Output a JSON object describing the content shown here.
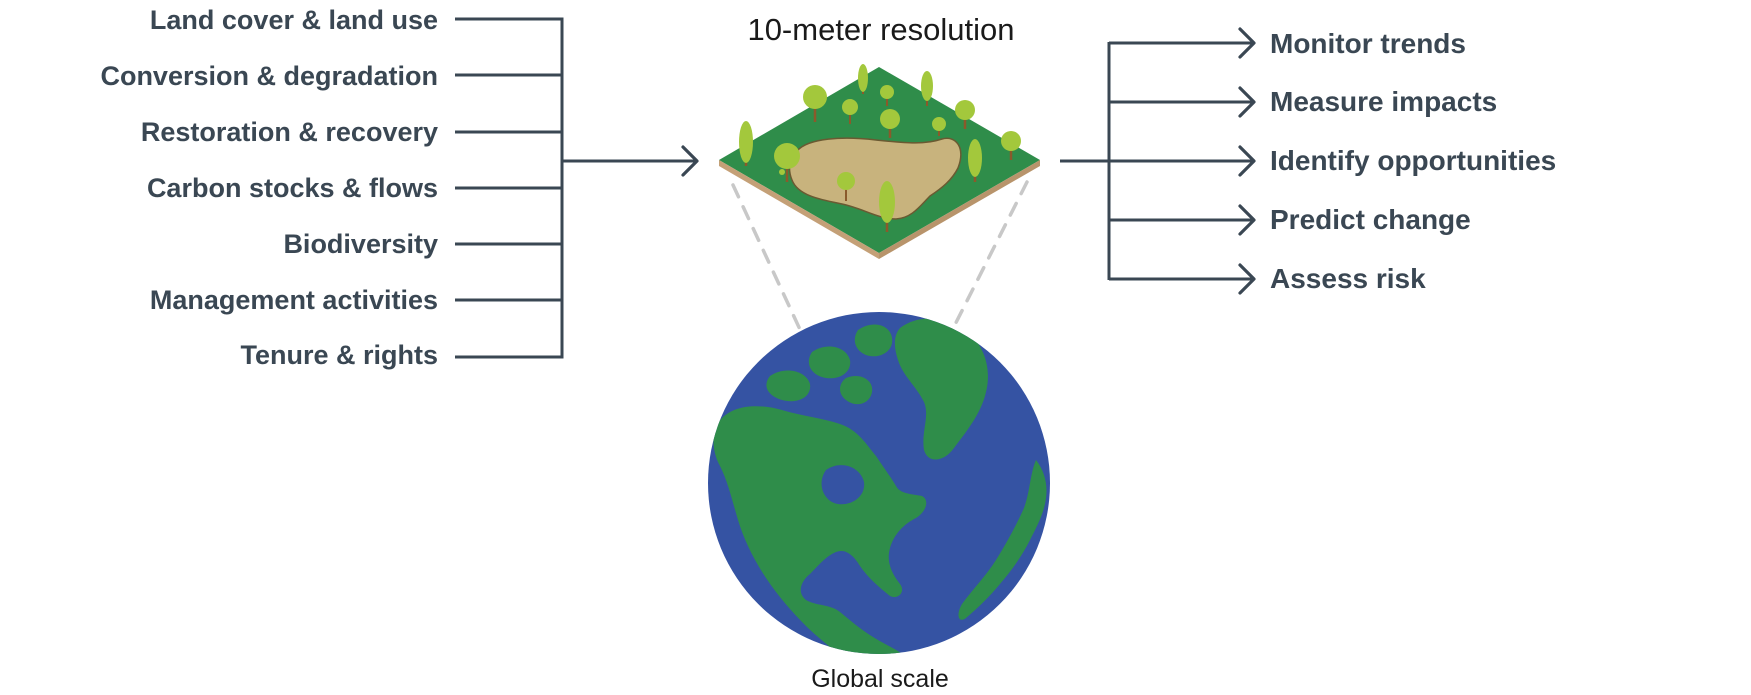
{
  "diagram": {
    "top_caption": "10-meter resolution",
    "bottom_caption": "Global scale",
    "inputs": [
      "Land cover & land use",
      "Conversion & degradation",
      "Restoration & recovery",
      "Carbon stocks & flows",
      "Biodiversity",
      "Management activities",
      "Tenure & rights"
    ],
    "outputs": [
      "Monitor trends",
      "Measure impacts",
      "Identify opportunities",
      "Predict change",
      "Assess risk"
    ]
  },
  "icons": {
    "tile": "forest-land-tile-icon",
    "globe": "globe-north-america-icon"
  },
  "colors": {
    "text": "#3a4753",
    "connector": "#3a4753",
    "ocean": "#3553a3",
    "land": "#2f8d4a",
    "tile_top": "#2f8d4a",
    "tile_soil": "#c8b37d",
    "tile_edge": "#c4a077",
    "tree": "#a3c83c",
    "dashed": "#c8c8c8"
  }
}
